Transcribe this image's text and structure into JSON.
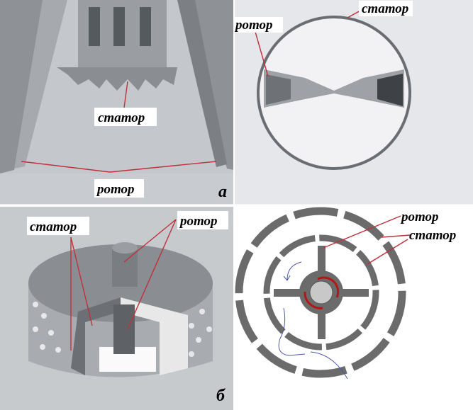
{
  "panel_a": {
    "letter": "а",
    "left_view": {
      "stator_label": "статор",
      "rotor_label": "ротор"
    },
    "right_view": {
      "stator_label": "статор",
      "rotor_label": "ротор"
    }
  },
  "panel_b": {
    "letter": "б",
    "left_view": {
      "stator_label": "статор",
      "rotor_label": "ротор"
    },
    "right_view": {
      "stator_label": "статор",
      "rotor_label": "ротор"
    }
  },
  "colors": {
    "leader": "#c0303a",
    "rotation_arrow": "#b01818",
    "flow_arrow": "#4a58a8"
  }
}
